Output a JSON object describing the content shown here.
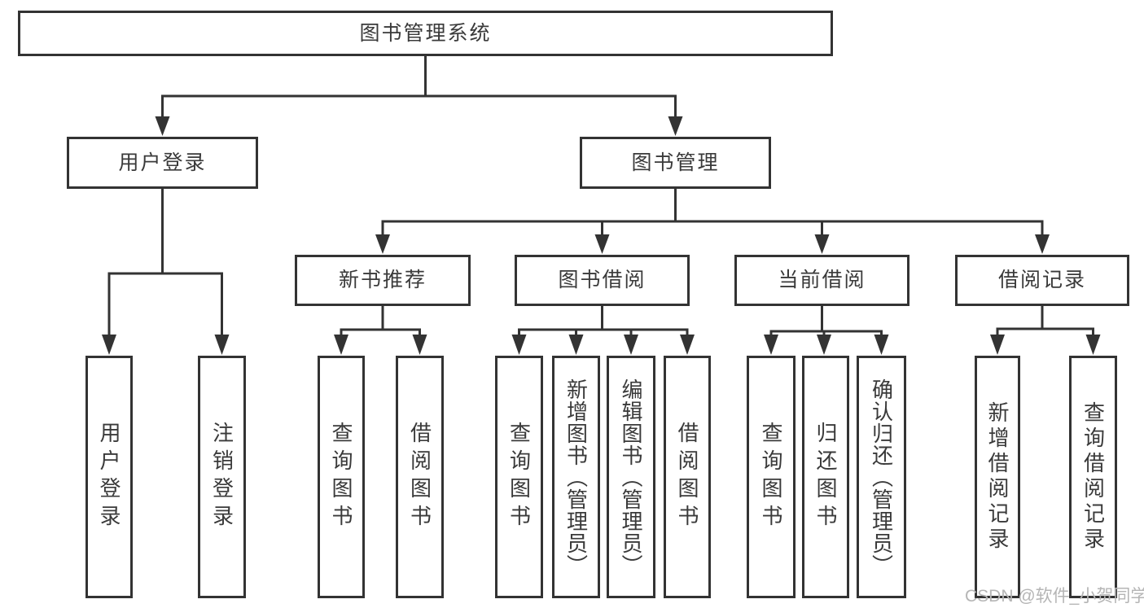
{
  "diagram": {
    "title": "图书管理系统",
    "root": {
      "label": "图书管理系统"
    },
    "level2": [
      {
        "label": "用户登录"
      },
      {
        "label": "图书管理"
      }
    ],
    "level3": [
      {
        "label": "新书推荐"
      },
      {
        "label": "图书借阅"
      },
      {
        "label": "当前借阅"
      },
      {
        "label": "借阅记录"
      }
    ],
    "leaves": {
      "user_login": [
        "用户登录",
        "注销登录"
      ],
      "new_books": [
        "查询图书",
        "借阅图书"
      ],
      "book_borrow": [
        "查询图书",
        "新增图书（管理员）",
        "编辑图书（管理员）",
        "借阅图书"
      ],
      "current_borrow": [
        "查询图书",
        "归还图书",
        "确认归还（管理员）"
      ],
      "records": [
        "新增借阅记录",
        "查询借阅记录"
      ]
    }
  },
  "watermark": {
    "text": "CSDN @软件_小贺同学"
  },
  "colors": {
    "line": "#333333",
    "text": "#3a3a3a",
    "box_background": "#ffffff",
    "page_background": "#ffffff",
    "watermark": "#b5b5b5"
  }
}
